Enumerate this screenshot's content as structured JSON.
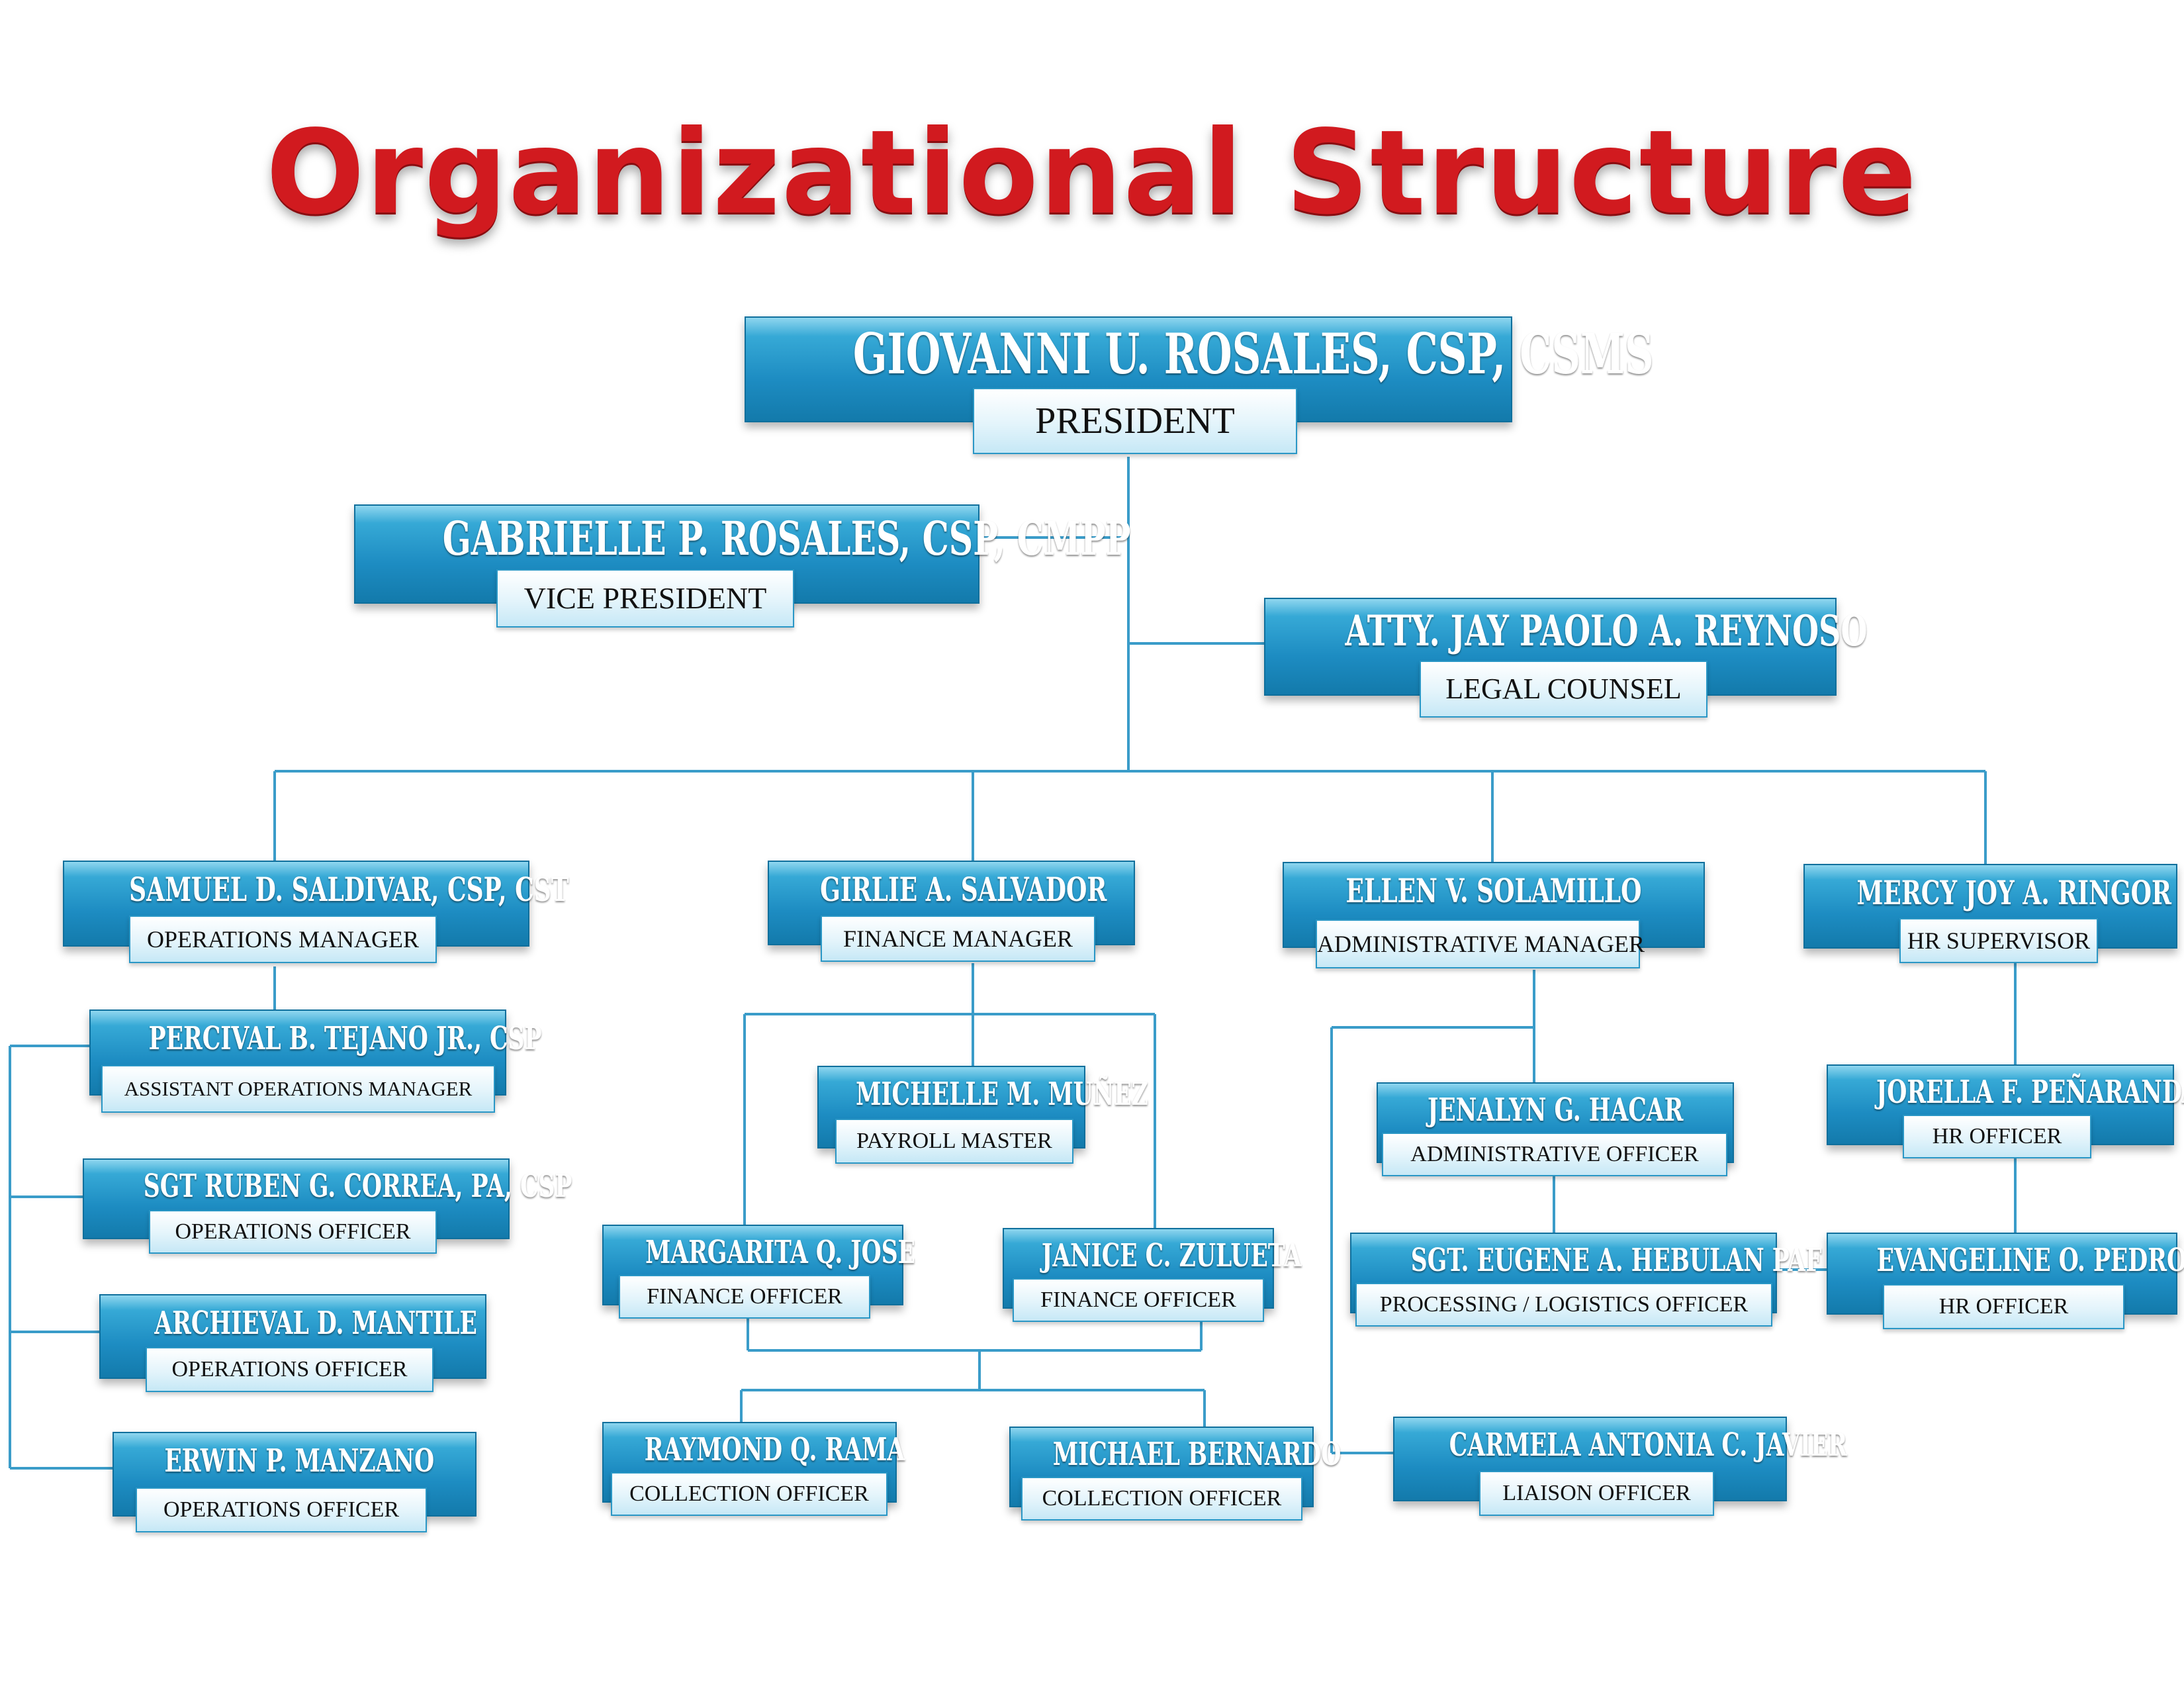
{
  "title": "Organizational Structure",
  "colors": {
    "title": "#d11a1f",
    "bar": "#1d8cc2",
    "line": "#3a9cc9",
    "title_box": "#e3f4fb"
  },
  "nodes": [
    {
      "id": "president",
      "name": "GIOVANNI U. ROSALES, CSP, CSMS",
      "title": "PRESIDENT"
    },
    {
      "id": "vp",
      "name": "GABRIELLE P. ROSALES, CSP, CMPP",
      "title": "VICE PRESIDENT"
    },
    {
      "id": "legal",
      "name": "ATTY. JAY PAOLO A. REYNOSO",
      "title": "LEGAL COUNSEL"
    },
    {
      "id": "ops-mgr",
      "name": "SAMUEL D. SALDIVAR, CSP, CST",
      "title": "OPERATIONS MANAGER"
    },
    {
      "id": "fin-mgr",
      "name": "GIRLIE A. SALVADOR",
      "title": "FINANCE MANAGER"
    },
    {
      "id": "admin-mgr",
      "name": "ELLEN V. SOLAMILLO",
      "title": "ADMINISTRATIVE MANAGER"
    },
    {
      "id": "hr-sup",
      "name": "MERCY JOY A. RINGOR",
      "title": "HR SUPERVISOR"
    },
    {
      "id": "asst-ops",
      "name": "PERCIVAL B. TEJANO JR., CSP",
      "title": "ASSISTANT OPERATIONS MANAGER"
    },
    {
      "id": "ops-1",
      "name": "SGT RUBEN G. CORREA, PA, CSP",
      "title": "OPERATIONS OFFICER"
    },
    {
      "id": "ops-2",
      "name": "ARCHIEVAL D. MANTILE",
      "title": "OPERATIONS OFFICER"
    },
    {
      "id": "ops-3",
      "name": "ERWIN P. MANZANO",
      "title": "OPERATIONS OFFICER"
    },
    {
      "id": "payroll",
      "name": "MICHELLE M. MUÑEZ",
      "title": "PAYROLL MASTER"
    },
    {
      "id": "fin-1",
      "name": "MARGARITA Q. JOSE",
      "title": "FINANCE OFFICER"
    },
    {
      "id": "fin-2",
      "name": "JANICE C. ZULUETA",
      "title": "FINANCE OFFICER"
    },
    {
      "id": "coll-1",
      "name": "RAYMOND Q. RAMA",
      "title": "COLLECTION OFFICER"
    },
    {
      "id": "coll-2",
      "name": "MICHAEL BERNARDO",
      "title": "COLLECTION OFFICER"
    },
    {
      "id": "admin-off",
      "name": "JENALYN G. HACAR",
      "title": "ADMINISTRATIVE OFFICER"
    },
    {
      "id": "proc",
      "name": "SGT. EUGENE A. HEBULAN PAF",
      "title": "PROCESSING / LOGISTICS OFFICER"
    },
    {
      "id": "liaison",
      "name": "CARMELA ANTONIA C. JAVIER",
      "title": "LIAISON OFFICER"
    },
    {
      "id": "hr-1",
      "name": "JORELLA F. PEÑARANDA",
      "title": "HR OFFICER"
    },
    {
      "id": "hr-2",
      "name": "EVANGELINE O. PEDROZO",
      "title": "HR OFFICER"
    }
  ]
}
